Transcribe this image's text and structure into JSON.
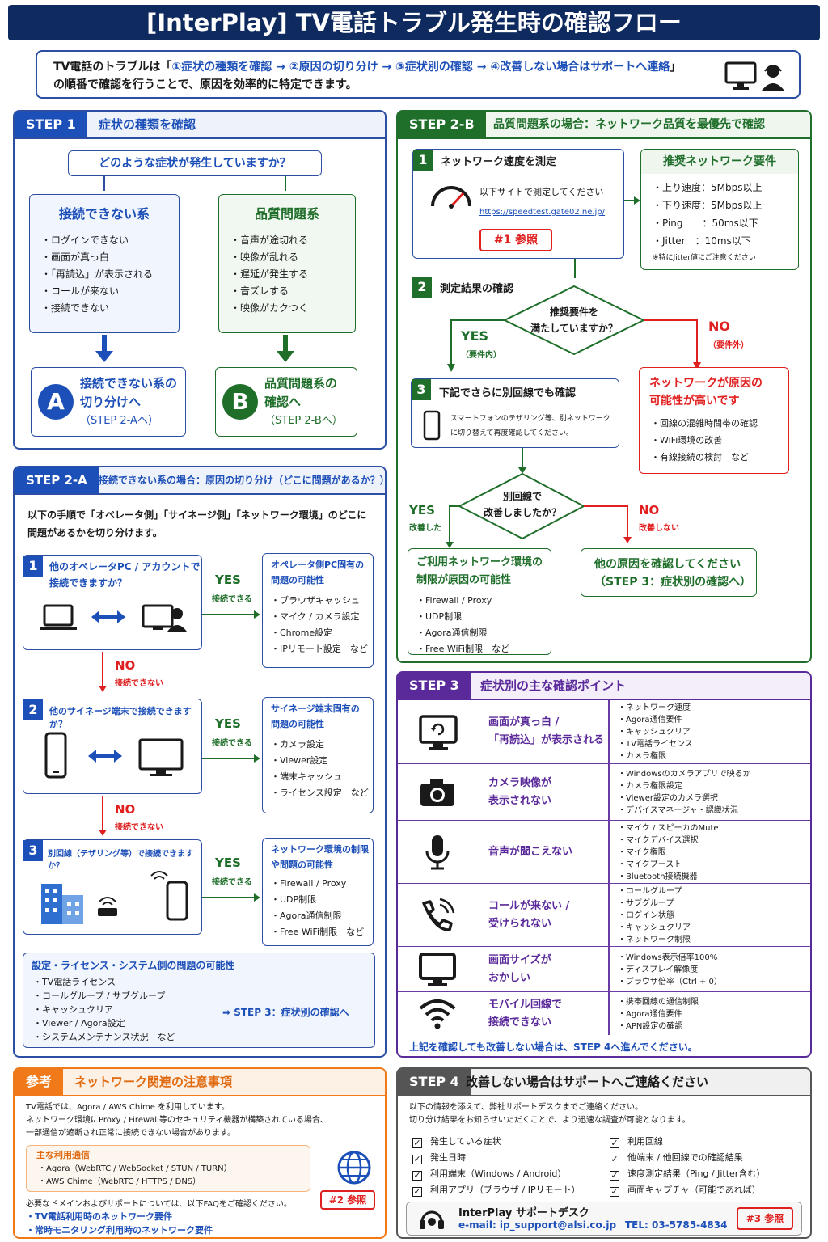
{
  "title": "[InterPlay] TV電話トラブル発生時の確認フロー",
  "intro": {
    "line1_pre": "TV電話のトラブルは「",
    "line1_hl": "①症状の種類を確認 → ②原因の切り分け → ③症状別の確認 → ④改善しない場合はサポートへ連絡",
    "line1_post": "」",
    "line2": "の順番で確認を行うことで、原因を効率的に特定できます。"
  },
  "step1": {
    "tag": "STEP 1",
    "title": "症状の種類を確認",
    "question": "どのような症状が発生していますか？",
    "conn": {
      "title": "接続できない系",
      "items": [
        "・ログインできない",
        "・画面が真っ白",
        "・「再読込」が表示される",
        "・コールが来ない",
        "・接続できない"
      ]
    },
    "qual": {
      "title": "品質問題系",
      "items": [
        "・音声が途切れる",
        "・映像が乱れる",
        "・遅延が発生する",
        "・音ズレする",
        "・映像がカクつく"
      ]
    },
    "a": {
      "letter": "A",
      "line1": "接続できない系の",
      "line2": "切り分けへ",
      "line3": "（STEP 2-Aへ）"
    },
    "b": {
      "letter": "B",
      "line1": "品質問題系の",
      "line2": "確認へ",
      "line3": "（STEP 2-Bへ）"
    }
  },
  "step2a": {
    "tag": "STEP 2-A",
    "title": "接続できない系の場合：原因の切り分け（どこに問題があるか？）",
    "desc1": "以下の手順で「オペレータ側」「サイネージ側」「ネットワーク環境」のどこに",
    "desc2": "問題があるかを切り分けます。",
    "q1": {
      "n": "1",
      "line1": "他のオペレータPC / アカウントで",
      "line2": "接続できますか？"
    },
    "r1": {
      "t1": "オペレータ側PC固有の",
      "t2": "問題の可能性",
      "items": [
        "・ブラウザキャッシュ",
        "・マイク / カメラ設定",
        "・Chrome設定",
        "・IPリモート設定　など"
      ]
    },
    "q2": {
      "n": "2",
      "line1": "他のサイネージ端末で接続できますか？"
    },
    "r2": {
      "t1": "サイネージ端末固有の",
      "t2": "問題の可能性",
      "items": [
        "・カメラ設定",
        "・Viewer設定",
        "・端末キャッシュ",
        "・ライセンス設定　など"
      ]
    },
    "q3": {
      "n": "3",
      "line1": "別回線（テザリング等）で接続できますか？"
    },
    "r3": {
      "t1": "ネットワーク環境の制限",
      "t2": "や問題の可能性",
      "items": [
        "・Firewall / Proxy",
        "・UDP制限",
        "・Agora通信制限",
        "・Free WiFi制限　など"
      ]
    },
    "yes": "YES",
    "yes_sub": "接続できる",
    "no": "NO",
    "no_sub": "接続できない",
    "settings": {
      "title": "設定・ライセンス・システム側の問題の可能性",
      "items": [
        "・TV電話ライセンス",
        "・コールグループ / サブグループ",
        "・キャッシュクリア",
        "・Viewer / Agora設定",
        "・システムメンテナンス状況　など"
      ],
      "link": "➡ STEP 3：症状別の確認へ"
    }
  },
  "step2b": {
    "tag": "STEP 2-B",
    "title": "品質問題系の場合：ネットワーク品質を最優先で確認",
    "s1": {
      "n": "1",
      "title": "ネットワーク速度を測定",
      "desc": "以下サイトで測定してください",
      "url": "https://speedtest.gate02.ne.jp/",
      "ref": "#1 参照"
    },
    "req": {
      "title": "推奨ネットワーク要件",
      "items": [
        "・上り速度：5Mbps以上",
        "・下り速度：5Mbps以上",
        "・Ping　　：50ms以下",
        "・Jitter　：10ms以下"
      ],
      "note": "※特にJitter値にご注意ください"
    },
    "s2": {
      "n": "2",
      "title": "測定結果の確認"
    },
    "d1": {
      "line1": "推奨要件を",
      "line2": "満たしていますか？"
    },
    "yes1": "YES",
    "yes1_sub": "（要件内）",
    "no1": "NO",
    "no1_sub": "（要件外）",
    "netcause": {
      "line1": "ネットワークが原因の",
      "line2": "可能性が高いです",
      "items": [
        "・回線の混雑時間帯の確認",
        "・WiFi環境の改善",
        "・有線接続の検討　など"
      ]
    },
    "s3": {
      "n": "3",
      "title": "下記でさらに別回線でも確認",
      "desc1": "スマートフォンのテザリング等、別ネットワーク",
      "desc2": "に切り替えて再度確認してください。"
    },
    "d2": {
      "line1": "別回線で",
      "line2": "改善しましたか？"
    },
    "yes2": "YES",
    "yes2_sub": "改善した",
    "no2": "NO",
    "no2_sub": "改善しない",
    "env": {
      "line1": "ご利用ネットワーク環境の",
      "line2": "制限が原因の可能性",
      "items": [
        "・Firewall / Proxy",
        "・UDP制限",
        "・Agora通信制限",
        "・Free WiFi制限　など"
      ]
    },
    "other": {
      "line1": "他の原因を確認してください",
      "line2": "（STEP 3：症状別の確認へ）"
    }
  },
  "step3": {
    "tag": "STEP 3",
    "title": "症状別の主な確認ポイント",
    "rows": [
      {
        "icon": "refresh-monitor-icon",
        "l1": "画面が真っ白 /",
        "l2": "「再読込」が表示される",
        "items": [
          "・ネットワーク速度",
          "・Agora通信要件",
          "・キャッシュクリア",
          "・TV電話ライセンス",
          "・カメラ権限"
        ]
      },
      {
        "icon": "camera-icon",
        "l1": "カメラ映像が",
        "l2": "表示されない",
        "items": [
          "・Windowsのカメラアプリで映るか",
          "・カメラ権限設定",
          "・Viewer設定のカメラ選択",
          "・デバイスマネージャ・認識状況"
        ]
      },
      {
        "icon": "microphone-icon",
        "l1": "音声が聞こえない",
        "l2": "",
        "items": [
          "・マイク / スピーカのMute",
          "・マイクデバイス選択",
          "・マイク権限",
          "・マイクブースト",
          "・Bluetooth接続機器"
        ]
      },
      {
        "icon": "phone-icon",
        "l1": "コールが来ない /",
        "l2": "受けられない",
        "items": [
          "・コールグループ",
          "・サブグループ",
          "・ログイン状態",
          "・キャッシュクリア",
          "・ネットワーク制限"
        ]
      },
      {
        "icon": "monitor-icon",
        "l1": "画面サイズが",
        "l2": "おかしい",
        "items": [
          "・Windows表示倍率100%",
          "・ディスプレイ解像度",
          "・ブラウザ倍率（Ctrl + 0）"
        ]
      },
      {
        "icon": "wifi-icon",
        "l1": "モバイル回線で",
        "l2": "接続できない",
        "items": [
          "・携帯回線の通信制限",
          "・Agora通信要件",
          "・APN設定の確認"
        ]
      }
    ],
    "footer": "上記を確認しても改善しない場合は、STEP 4へ進んでください。"
  },
  "ref": {
    "tag": "参考",
    "title": "ネットワーク関連の注意事項",
    "p1": "TV電話では、Agora / AWS Chime を利用しています。",
    "p2": "ネットワーク環境にProxy / Firewall等のセキュリティ機器が構築されている場合、",
    "p3": "一部通信が遮断され正常に接続できない場合があります。",
    "box_title": "主な利用通信",
    "box_items": [
      "・Agora（WebRTC / WebSocket / STUN / TURN）",
      "・AWS Chime（WebRTC / HTTPS / DNS）"
    ],
    "faq": "必要なドメインおよびサポートについては、以下FAQをご確認ください。",
    "faq_ref": "#2 参照",
    "links": [
      "・TV電話利用時のネットワーク要件",
      "・常時モニタリング利用時のネットワーク要件"
    ]
  },
  "step4": {
    "tag": "STEP 4",
    "title": "改善しない場合はサポートへご連絡ください",
    "p1": "以下の情報を添えて、弊社サポートデスクまでご連絡ください。",
    "p2": "切り分け結果をお知らせいただくことで、より迅速な調査が可能となります。",
    "left": [
      "発生している症状",
      "発生日時",
      "利用端末（Windows / Android）",
      "利用アプリ（ブラウザ / IPリモート）"
    ],
    "right": [
      "利用回線",
      "他端末 / 他回線での確認結果",
      "速度測定結果（Ping / Jitter含む）",
      "画面キャプチャ（可能であれば）"
    ],
    "desk": "InterPlay サポートデスク",
    "email": "e-mail: ip_support@alsi.co.jp",
    "tel": "TEL: 03-5785-4834",
    "ref": "#3 参照"
  },
  "colors": {
    "navy": "#0f2a5e",
    "blue": "#1d4fb8",
    "green": "#1f6e2a",
    "red": "#e01f1f",
    "purple": "#5b2a9a",
    "orange": "#f07a1a",
    "gray": "#555555"
  }
}
